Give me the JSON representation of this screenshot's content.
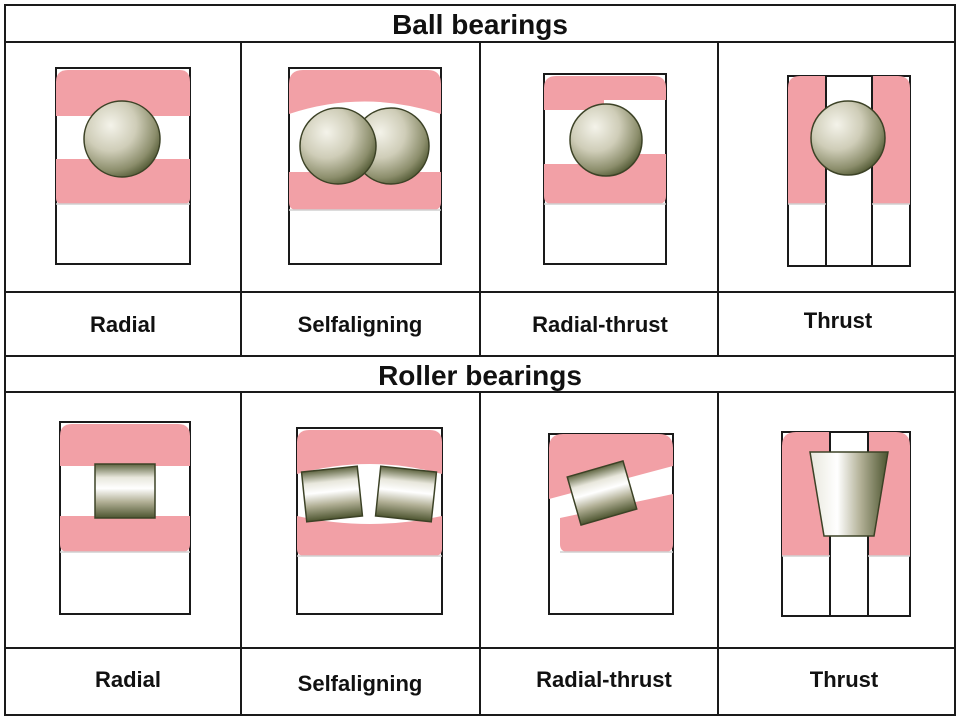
{
  "ball_section": {
    "title": "Ball bearings",
    "labels": [
      "Radial",
      "Selfaligning",
      "Radial-thrust",
      "Thrust"
    ]
  },
  "roller_section": {
    "title": "Roller bearings",
    "labels": [
      "Radial",
      "Selfaligning",
      "Radial-thrust",
      "Thrust"
    ]
  },
  "colors": {
    "ring": "#f2a0a6",
    "ring_stroke": "#d8d8d8",
    "outline": "#1a1a1a",
    "ball_light": "#ecebdf",
    "ball_mid": "#bdbba3",
    "ball_dark": "#5e6440"
  }
}
